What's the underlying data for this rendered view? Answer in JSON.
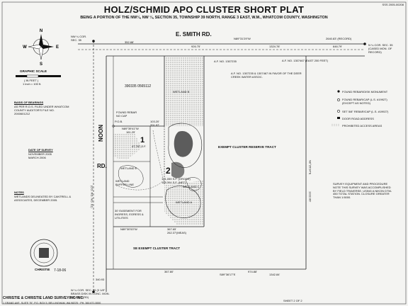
{
  "header": {
    "title": "HOLZ/SCHMID APO CLUSTER SHORT PLAT",
    "subtitle": "BEING A PORTION OF THE NW¼, NW ¼, SECTION 35, TOWNSHIP 39 NORTH, RANGE 3 EAST, W.M., WHATCOM COUNTY, WASHINGTON",
    "ref_number": "SSS 2005-00208"
  },
  "roads": {
    "north": "E. SMITH RD.",
    "west_parts": [
      "NOON",
      "RD."
    ],
    "west_road_no": "(CO. RD. NO. 61)"
  },
  "lots": {
    "lot1_number": "1",
    "lot1_area": "47,767 S.F.",
    "lot2_number": "2",
    "lot2_area_gross": "101,059 S.F. (GROSS)",
    "lot2_area_net": "148,304 S.F. (NET)"
  },
  "tracts": {
    "exempt_reserve": "EXEMPT CLUSTER RESERVE TRACT",
    "se_exempt": "SE EXEMPT CLUSTER TRACT"
  },
  "wetlands": {
    "b": "WETLAND B",
    "e": "WETLAND E",
    "c": "WETLAND C",
    "a": "WETLAND A",
    "buffer": "WETLAND BUFFER LINE"
  },
  "easements": {
    "ingress": "30' EASEMENT FOR INGRESS, EGRESS & UTILITIES",
    "water": "A.F. NO. 1307235 & 1307467 IN FAVOR OF THE DEER CREEK WATER ASSOC.",
    "af1": "A.F. NO. 1307235",
    "af2": "A.F. NO. 1307467 (EAST 200 FEET)",
    "parcel": "390335 0565112"
  },
  "graphic_scale": {
    "title": "GRAPHIC SCALE",
    "unit": "( IN FEET )",
    "ratio": "1 inch = 100 ft."
  },
  "basis_of_bearings": {
    "title": "BASIS OF BEARINGS",
    "text": "AS PER R.O.S. FILED UNDER WHATCOM COUNTY AUDITOR'S FILE NO. 2000601212"
  },
  "date_of_survey": {
    "title": "DATE OF SURVEY",
    "line1": "NOVEMBER 2005",
    "line2": "MARCH 2006"
  },
  "notes": {
    "title": "NOTES",
    "text": "WETLANDS DELINEATED BY CANTRELL & ASSOCIATES, DECEMBER 2005."
  },
  "legend": {
    "items": [
      "FOUND REBAR/DISK MONUMENT",
      "FOUND REBAR/CAP (L.S. #19927) (EXCEPT AS NOTED)",
      "SET 5/8\" REBAR/CAP (L.S. #19927)",
      "DOOR ROAD ADDRESS",
      "PROHIBITED ACCESS AREAS"
    ]
  },
  "survey_note": "SURVEY EQUIPMENT AND PROCEDURE NOTE THIS SURVEY WAS ACCOMPLISHED BY FIELD TRAVERSE, USING A NIKON DTM-450 TOTAL STATION. CLOSURE GREATER THAN 1:5000.",
  "corners": {
    "nw": "NW ¼ COR. SEC. 35",
    "ne": "N ¼ COR. SEC. 35 (CASED MON. OF RECORD)",
    "sw": "W ¼ COR. SEC. 35 (3 1/8\" BRASS DISK IN CONC. MON. OF RECORD)"
  },
  "found_rebar": "FOUND REBAR NO CAP",
  "pob": "P.O.B.",
  "dims": {
    "top_bearing": "N89°31'29\"W",
    "north_total": "2640.83' (RECORD)",
    "seg1": "352.88'",
    "seg2": "926.75'",
    "seg3": "1324.78'",
    "seg4": "646.79'",
    "lot_north": "N89°39'41\"W",
    "lot_north_len": "161.29'",
    "lot2_top": "103.20'",
    "lot2_top_b": "201.97'",
    "lot_south": "N89°30'53\"W",
    "lot_south_len": "367.65'",
    "lot_south_total": "262.37'(MEAS)",
    "bottom_left": "367.80'",
    "bottom_right": "974.88'",
    "bottom_bearing": "S89°36'17\"E",
    "bottom_total": "1342.84'",
    "west_bottom": "340.93",
    "east_line": "N0°25'24\"E",
    "east_len": "1322.66'"
  },
  "seal": {
    "name": "CHRISTIE",
    "date": "7-18-06"
  },
  "footer": {
    "company": "CHRISTIE & CHRISTIE LAND SURVEYING INC.",
    "address": "1 GRAND AVE. SUITE \"B\", P.O. BOX 5, BELLINGHAM, WA 98225 · PH. 360.671.0000",
    "sheet": "SHEET 2 OF 2"
  }
}
